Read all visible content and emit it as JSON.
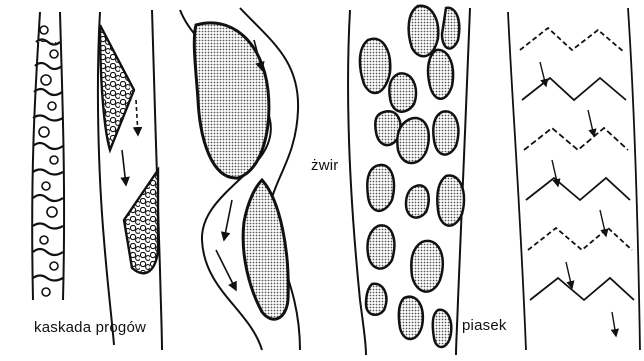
{
  "labels": {
    "cascade": "kaskada progów",
    "gravel": "żwir",
    "sand": "piasek"
  },
  "colors": {
    "ink": "#111111",
    "stipple": "#555555",
    "background": "#ffffff"
  }
}
